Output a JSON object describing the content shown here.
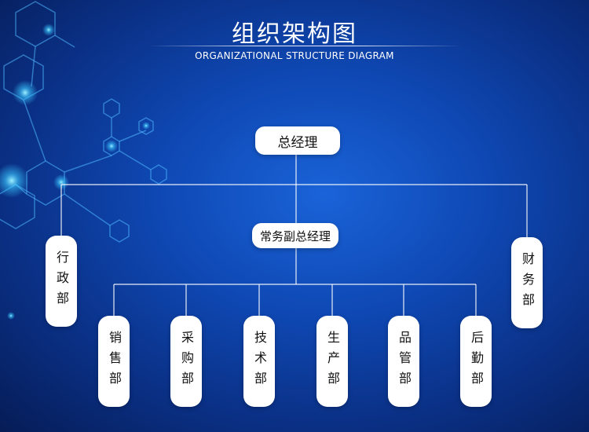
{
  "title": "组织架构图",
  "subtitle": "ORGANIZATIONAL STRUCTURE DIAGRAM",
  "nodes": {
    "gm": "总经理",
    "deputy": "常务副总经理",
    "admin": "行政部",
    "finance": "财务部",
    "sales": "销售部",
    "purchasing": "采购部",
    "tech": "技术部",
    "production": "生产部",
    "quality": "品管部",
    "logistics": "后勤部"
  },
  "colors": {
    "background": "#0f49b5",
    "node": "#ffffff",
    "line": "#ffffff",
    "accent": "#35c8ff"
  }
}
